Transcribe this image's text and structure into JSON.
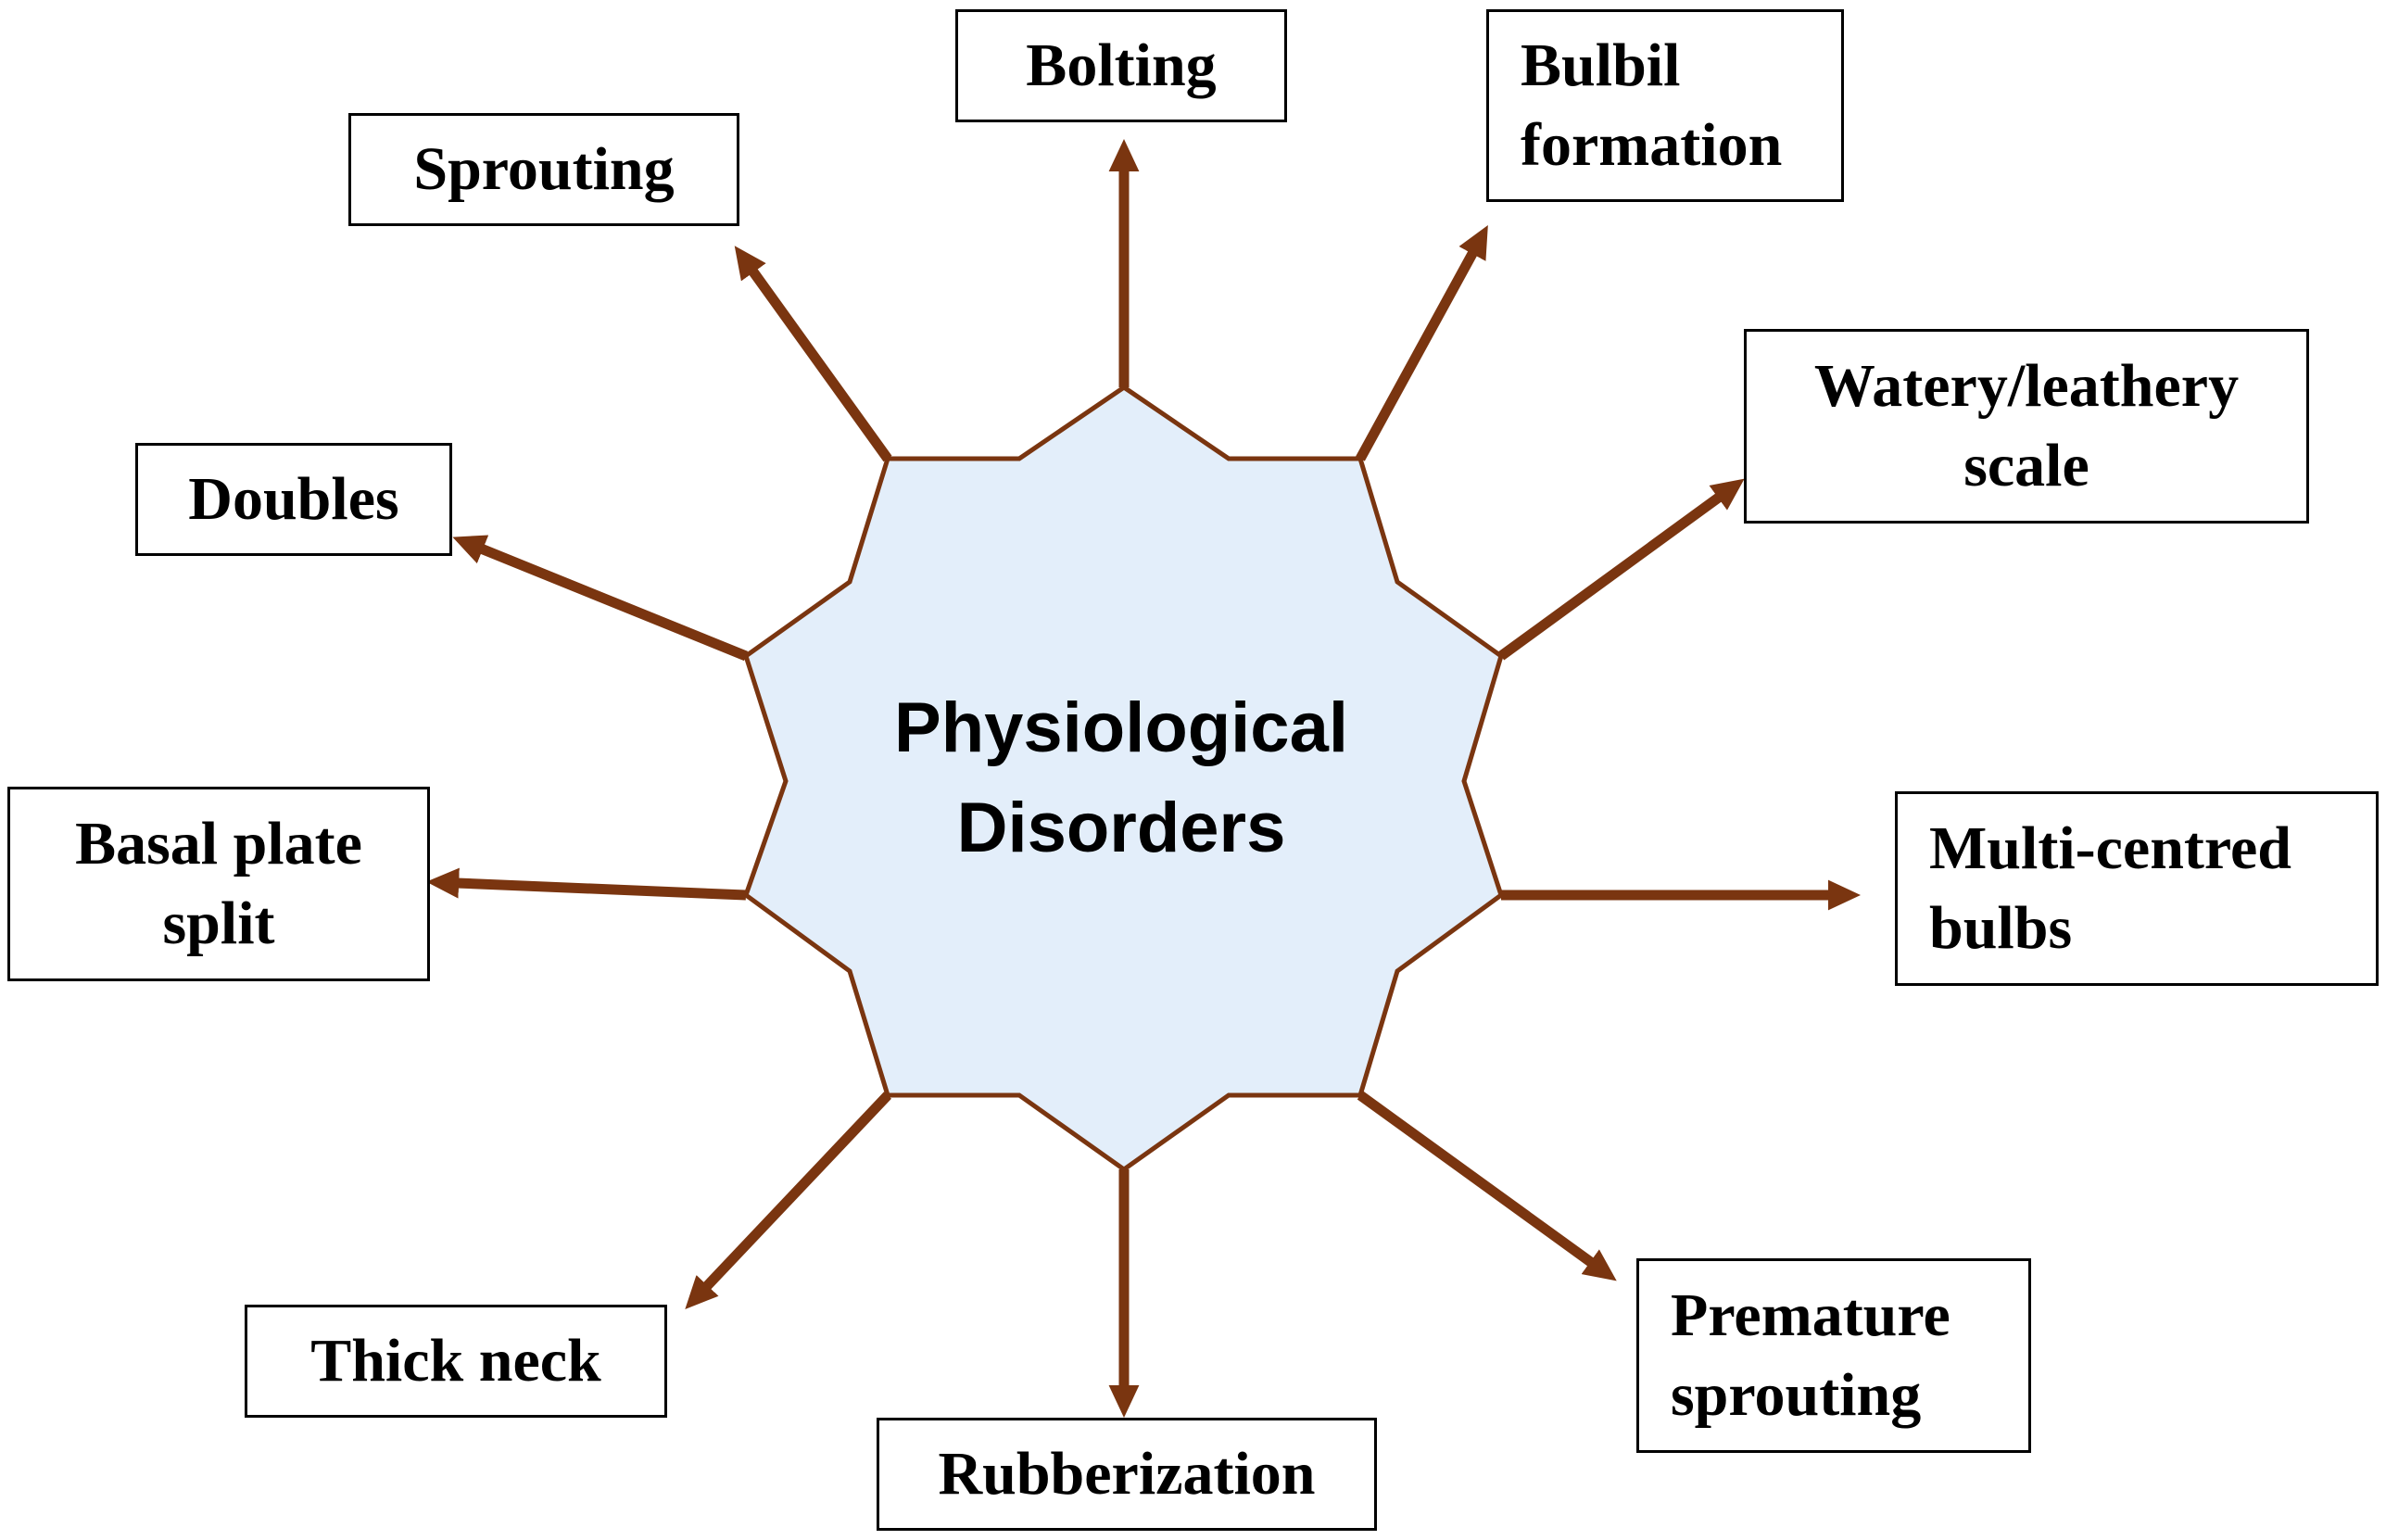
{
  "center": {
    "line1": "Physiological",
    "line2": "Disorders"
  },
  "disorders": {
    "bolting": "Bolting",
    "bulbil_1": "Bulbil",
    "bulbil_2": "formation",
    "sprouting": "Sprouting",
    "watery_1": "Watery/leathery",
    "watery_2": "scale",
    "doubles": "Doubles",
    "basal_1": "Basal plate",
    "basal_2": "split",
    "multi_1": "Multi-centred",
    "multi_2": "bulbs",
    "thick_neck": "Thick neck",
    "premature_1": "Premature",
    "premature_2": "sprouting",
    "rubberization": "Rubberization"
  },
  "colors": {
    "arrow": "#7a3510",
    "shape_fill": "#e3eefa",
    "shape_stroke": "#7a3510"
  }
}
